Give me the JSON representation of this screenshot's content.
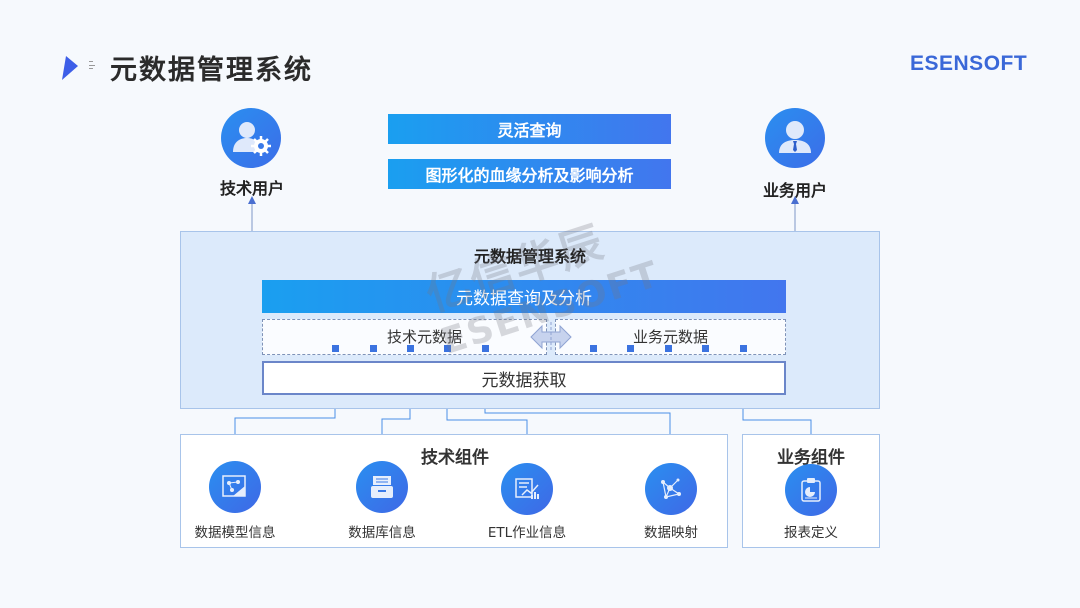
{
  "header": {
    "title": "元数据管理系统",
    "brand": "ESENSOFT",
    "accent_color": "#3a68d8"
  },
  "users": {
    "technical": {
      "label": "技术用户",
      "icon": "user-gear-icon"
    },
    "business": {
      "label": "业务用户",
      "icon": "user-tie-icon"
    }
  },
  "capabilities": [
    {
      "label": "灵活查询"
    },
    {
      "label": "图形化的血缘分析及影响分析"
    }
  ],
  "system": {
    "title": "元数据管理系统",
    "query_layer": "元数据查询及分析",
    "technical_metadata": "技术元数据",
    "business_metadata": "业务元数据",
    "exchange_icon": "bidirectional-arrow-icon",
    "acquisition_layer": "元数据获取"
  },
  "technical_components": {
    "title": "技术组件",
    "items": [
      {
        "label": "数据模型信息",
        "icon": "data-model-icon"
      },
      {
        "label": "数据库信息",
        "icon": "database-drawer-icon"
      },
      {
        "label": "ETL作业信息",
        "icon": "etl-chart-icon"
      },
      {
        "label": "数据映射",
        "icon": "network-mapping-icon"
      }
    ]
  },
  "business_components": {
    "title": "业务组件",
    "items": [
      {
        "label": "报表定义",
        "icon": "report-clipboard-icon"
      }
    ]
  },
  "watermark": {
    "line1": "亿信华辰",
    "line2": "ESENSOFT"
  },
  "colors": {
    "primary_gradient_start": "#1a9ff0",
    "primary_gradient_end": "#4276ee",
    "system_bg": "#dceafb",
    "connector": "#4a8ee6"
  }
}
